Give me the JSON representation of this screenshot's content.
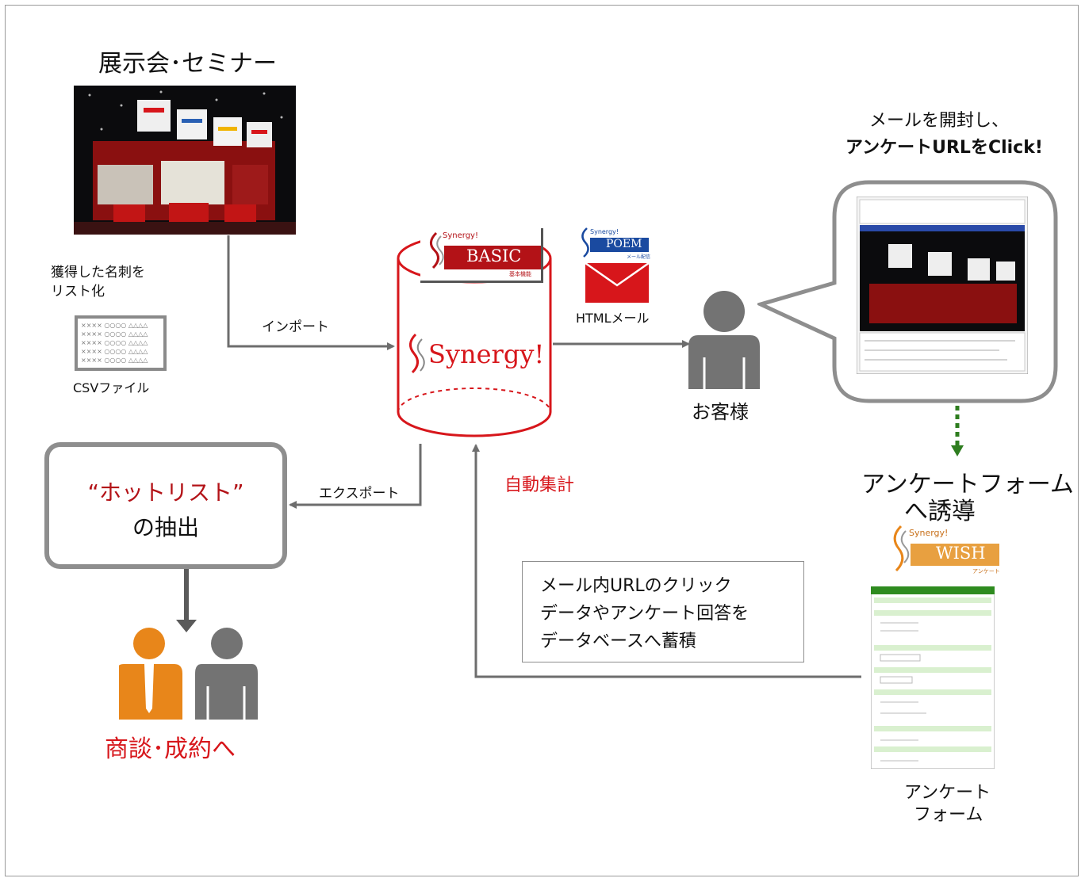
{
  "title_expo": "展示会･セミナー",
  "cards_label": [
    "獲得した名刺を",
    "リスト化"
  ],
  "csv_rows": [
    "×××× ○○○○ △△△△",
    "×××× ○○○○ △△△△",
    "×××× ○○○○ △△△△",
    "×××× ○○○○ △△△△",
    "×××× ○○○○ △△△△"
  ],
  "csv_caption": "CSVファイル",
  "import_label": "インポート",
  "export_label": "エクスポート",
  "synergy_db_logo": "Synergy!",
  "basic_logo": {
    "brand": "Synergy!",
    "product": "BASIC",
    "sub": "基本機能"
  },
  "poem_logo": {
    "brand": "Synergy!",
    "product": "POEM",
    "sub": "メール配信"
  },
  "html_mail": "HTMLメール",
  "customer": "お客様",
  "open_mail": [
    "メールを開封し、",
    "アンケートURLをClick!"
  ],
  "survey_guide": [
    "アンケートフォーム",
    "へ誘導"
  ],
  "wish_logo": {
    "brand": "Synergy!",
    "product": "WISH",
    "sub": "アンケート"
  },
  "survey_caption": [
    "アンケート",
    "フォーム"
  ],
  "auto_aggregate": "自動集計",
  "hotlist": {
    "quoted": "“ホットリスト”",
    "rest": "の抽出"
  },
  "accumulate_note": [
    "メール内URLのクリック",
    "データやアンケート回答を",
    "データベースへ蓄積"
  ],
  "deal": "商談･成約へ",
  "colors": {
    "red": "#d7161b",
    "gray": "#737373",
    "green": "#2e7d1f",
    "orange": "#e8861a",
    "dark_red": "#b31217"
  }
}
